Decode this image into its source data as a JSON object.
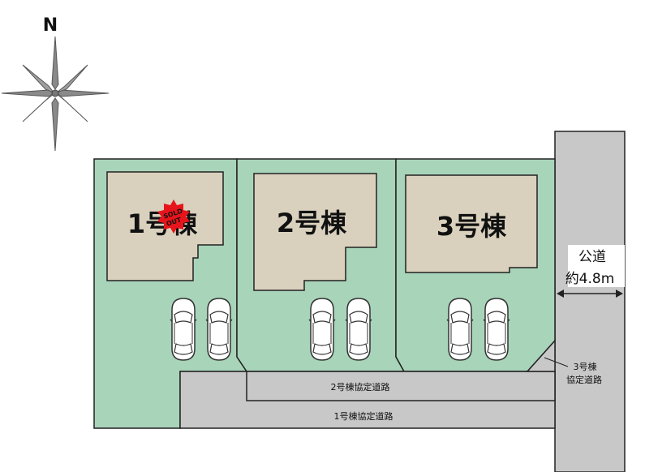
{
  "compass": {
    "north_label": "N",
    "icon": "compass-rose-icon"
  },
  "lots": [
    {
      "label": "1号棟",
      "sold": true
    },
    {
      "label": "2号棟",
      "sold": false
    },
    {
      "label": "3号棟",
      "sold": false
    }
  ],
  "sold_badge": {
    "line1": "SOLD",
    "line2": "OUT",
    "color": "#e8141b"
  },
  "public_road": {
    "name": "公道",
    "width": "約4.8m"
  },
  "private_roads": {
    "lot2": "2号棟協定道路",
    "lot1": "1号棟協定道路",
    "lot3_line1": "3号棟",
    "lot3_line2": "協定道路"
  },
  "colors": {
    "lot_fill": "#a8d4b9",
    "house_fill": "#d9d1bd",
    "road_fill": "#c8c8c8",
    "outline": "#222222"
  },
  "parking_spaces_per_lot": 2
}
